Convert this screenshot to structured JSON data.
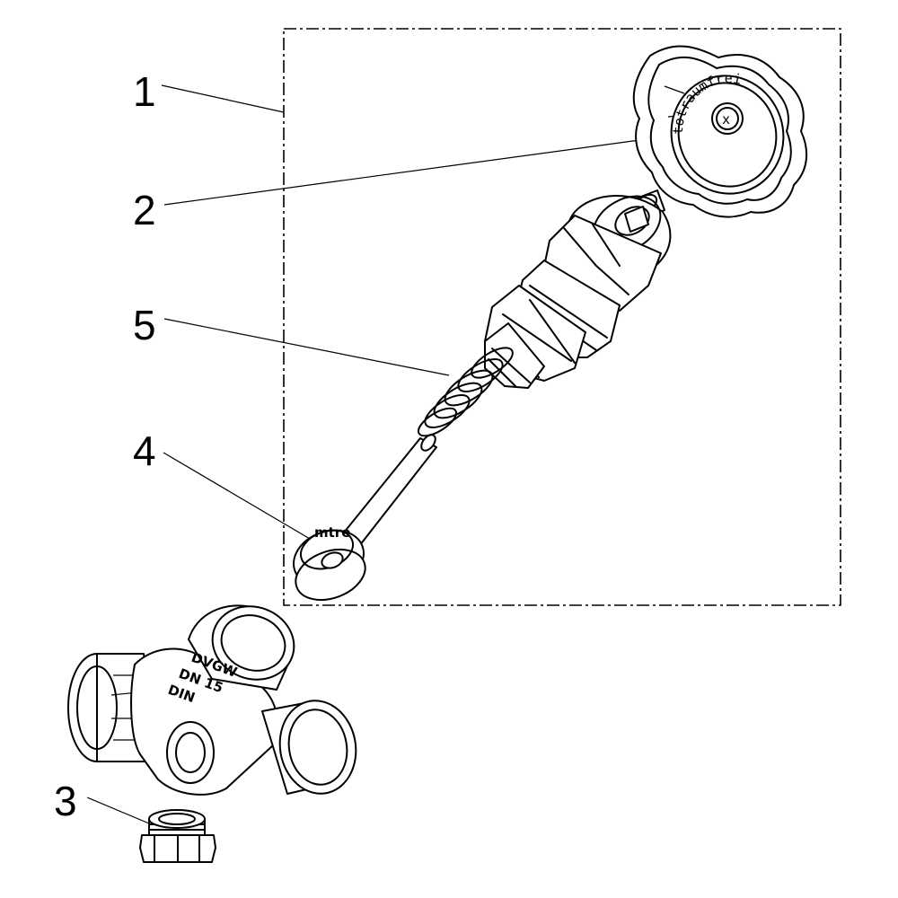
{
  "callouts": {
    "c1": "1",
    "c2": "2",
    "c3": "3",
    "c4": "4",
    "c5": "5"
  },
  "parts": {
    "frame": "assembly-group-frame",
    "handwheel": "handwheel",
    "upper_part": "valve-upper-part",
    "spring": "spring",
    "spindle_seal": "spindle-with-seal",
    "body": "valve-body",
    "plug": "drain-plug"
  },
  "body_markings": {
    "line1": "DVGW",
    "line2": "DN 15",
    "line3": "DIN"
  },
  "seal_marking": "mtre",
  "knob_brand": "totraumfrei",
  "knob_symbol": "x"
}
